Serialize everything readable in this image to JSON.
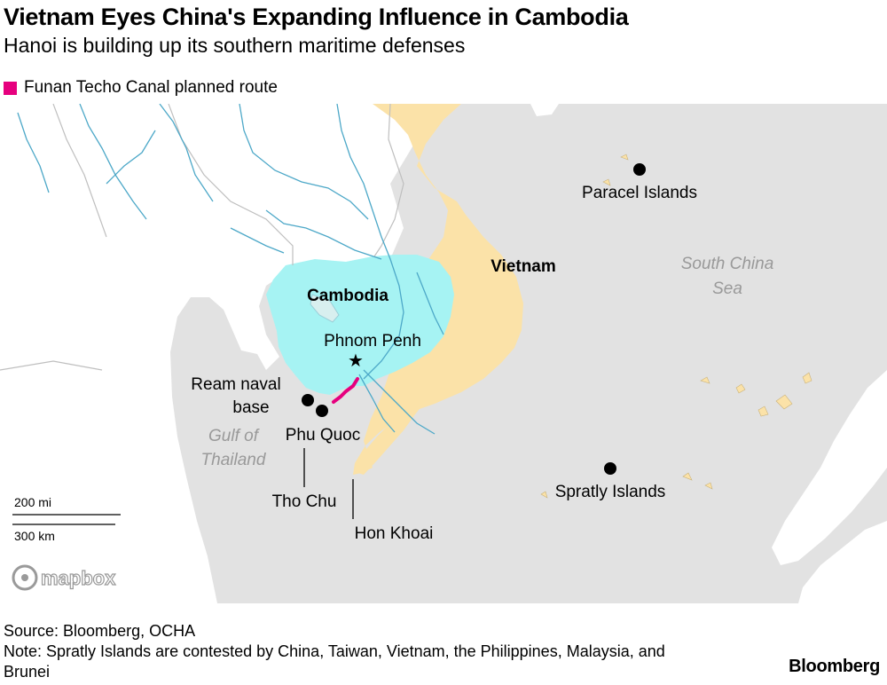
{
  "header": {
    "title": "Vietnam Eyes China's Expanding Influence in Cambodia",
    "subtitle": "Hanoi is building up its southern maritime defenses"
  },
  "legend": {
    "label": "Funan Techo Canal planned route",
    "color": "#e6007e"
  },
  "colors": {
    "water": "#e2e2e2",
    "land": "#ffffff",
    "cambodia": "#a6f3f3",
    "vietnam": "#fbe2a8",
    "rivers": "#4da8c8",
    "borders": "#bfbfbf",
    "canal": "#e6007e"
  },
  "map": {
    "countries": [
      {
        "label": "Cambodia",
        "bold": true
      },
      {
        "label": "Vietnam",
        "bold": true
      }
    ],
    "water_labels": [
      {
        "lines": [
          "South China",
          "Sea"
        ]
      },
      {
        "lines": [
          "Gulf of",
          "Thailand"
        ]
      }
    ],
    "places": [
      {
        "label": "Phnom Penh",
        "marker": "star"
      },
      {
        "label": "Paracel Islands",
        "marker": "dot"
      },
      {
        "label": "Spratly Islands",
        "marker": "dot"
      },
      {
        "lines": [
          "Ream naval",
          "base"
        ],
        "marker": "dot"
      },
      {
        "label": "Phu Quoc",
        "marker": "dot"
      },
      {
        "label": "Tho Chu",
        "marker": "leader"
      },
      {
        "label": "Hon Khoai",
        "marker": "leader"
      }
    ],
    "scale": {
      "miles": "200 mi",
      "km": "300 km"
    },
    "attribution": "mapbox"
  },
  "footer": {
    "source": "Source: Bloomberg, OCHA",
    "note": "Note: Spratly Islands are contested by China, Taiwan, Vietnam, the Philippines, Malaysia, and Brunei"
  },
  "brand": "Bloomberg"
}
